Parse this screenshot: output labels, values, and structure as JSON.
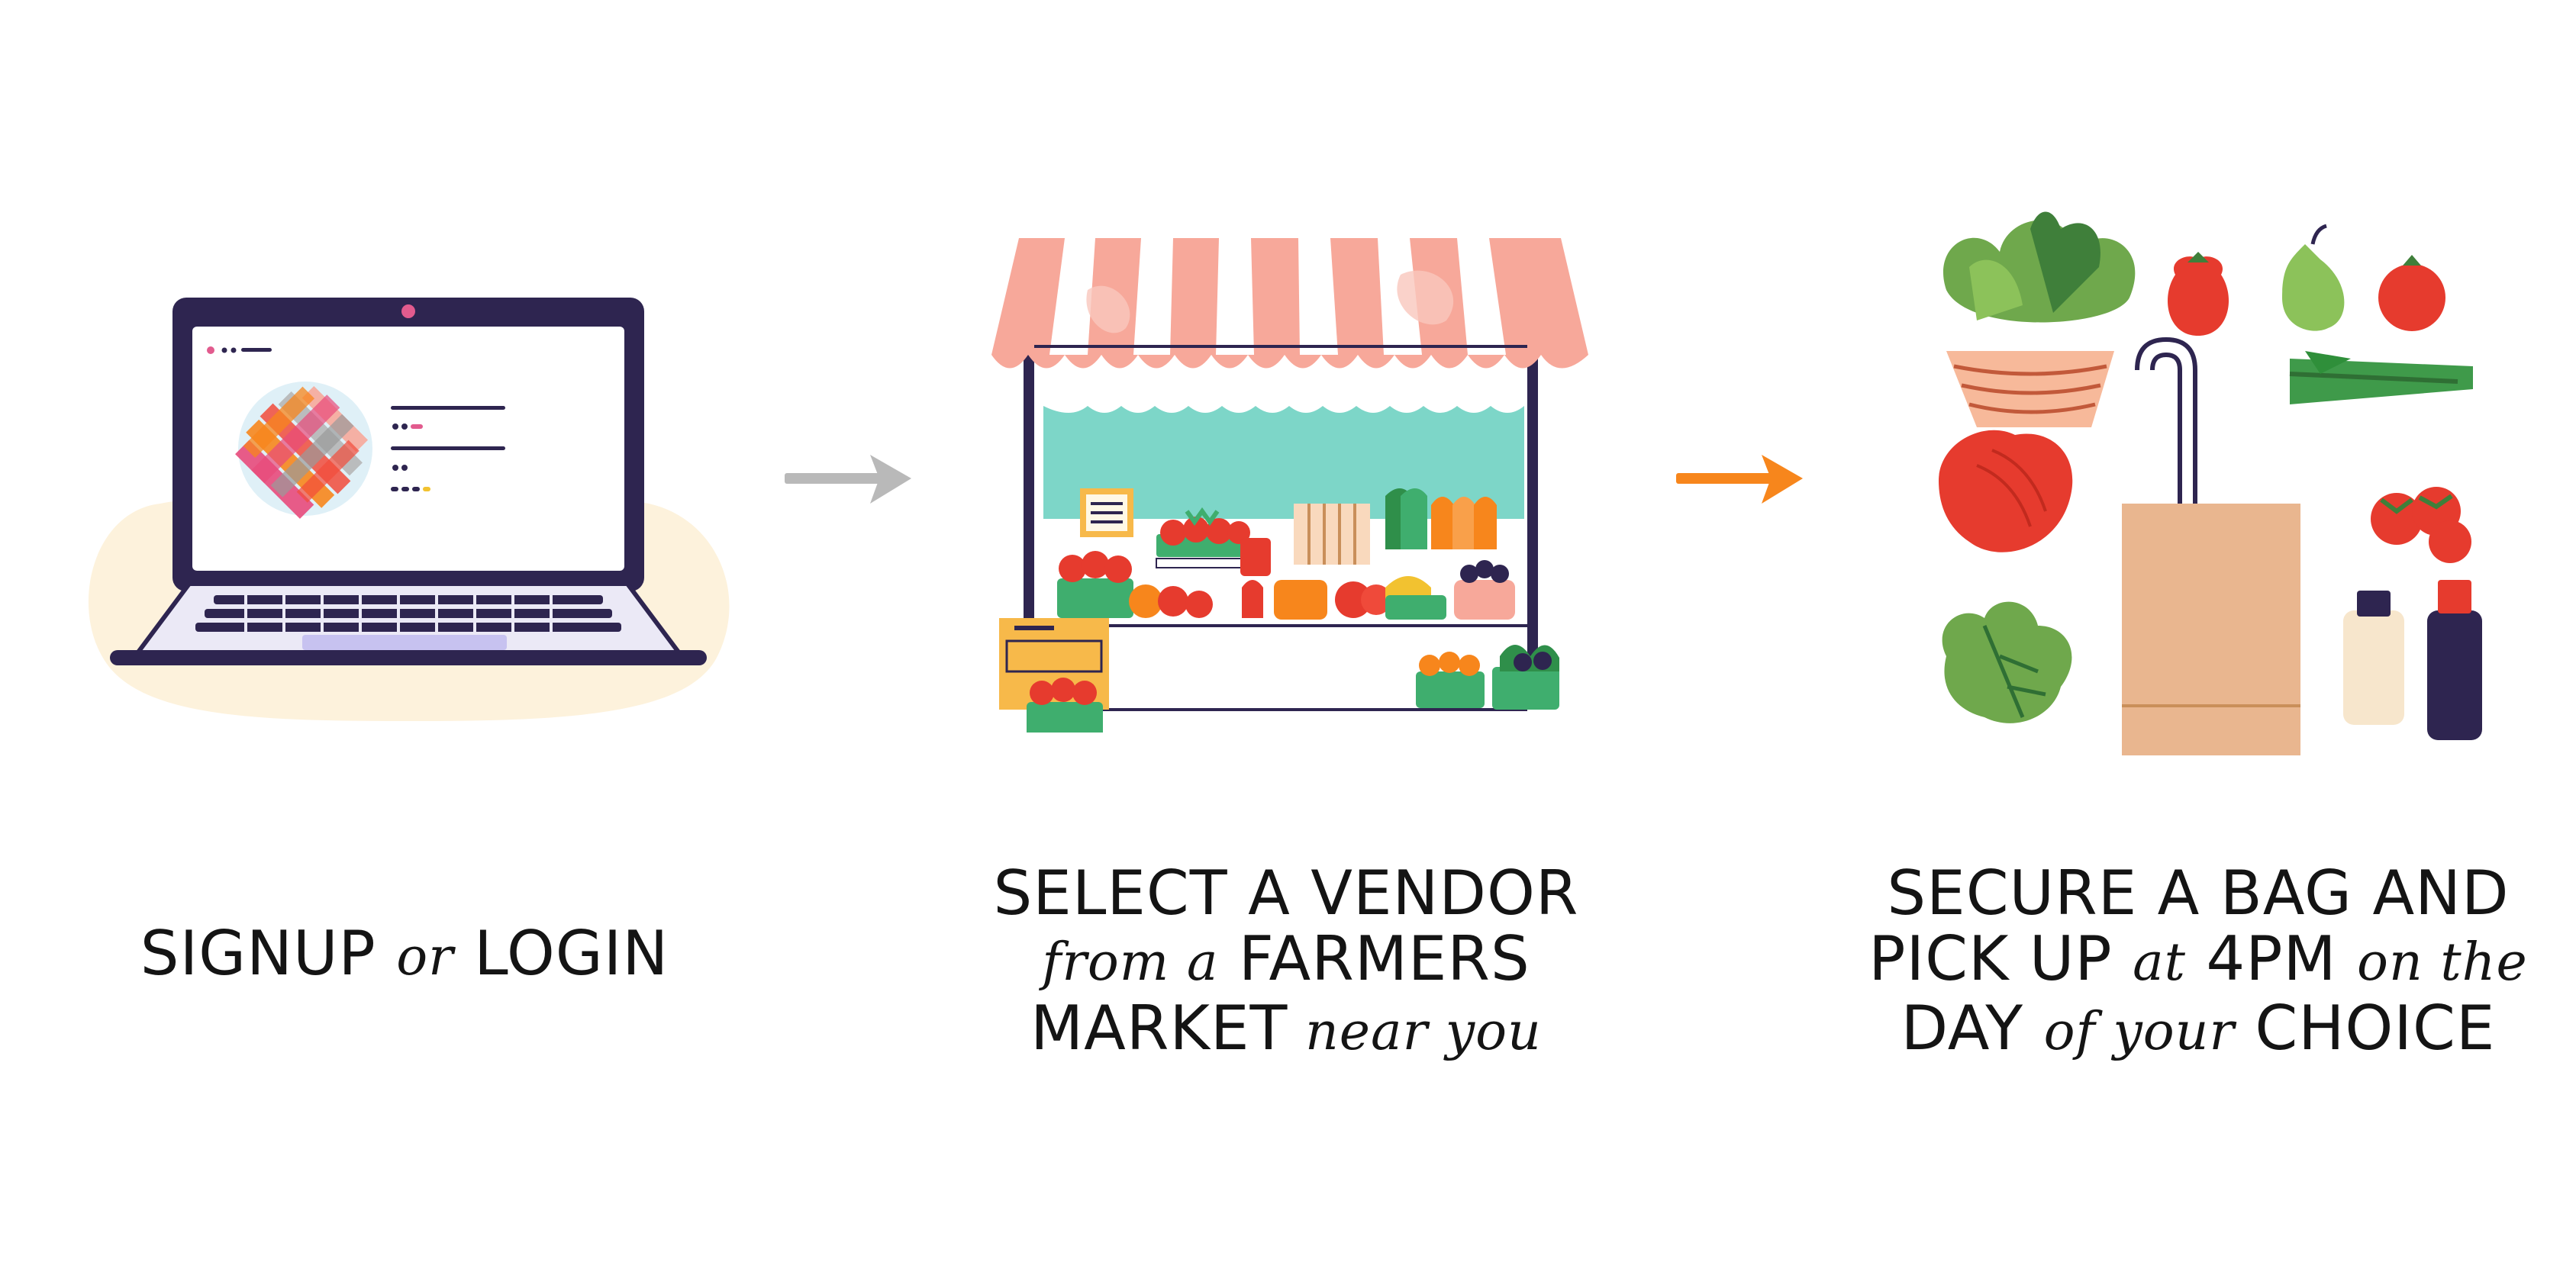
{
  "steps": [
    {
      "id": "signup",
      "illustration": "laptop-icon",
      "caption_lines": [
        [
          {
            "text": "SIGNUP ",
            "case": "upper"
          },
          {
            "text": "or",
            "case": "lower"
          },
          {
            "text": " LOGIN",
            "case": "upper"
          }
        ]
      ]
    },
    {
      "id": "select-vendor",
      "illustration": "market-stall-icon",
      "caption_lines": [
        [
          {
            "text": "SELECT A VENDOR",
            "case": "upper"
          }
        ],
        [
          {
            "text": "from a",
            "case": "lower"
          },
          {
            "text": " FARMERS",
            "case": "upper"
          }
        ],
        [
          {
            "text": "MARKET",
            "case": "upper"
          },
          {
            "text": " near you",
            "case": "lower"
          }
        ]
      ]
    },
    {
      "id": "pick-up",
      "illustration": "grocery-bag-icon",
      "caption_lines": [
        [
          {
            "text": "SECURE A BAG AND",
            "case": "upper"
          }
        ],
        [
          {
            "text": "PICK UP ",
            "case": "upper"
          },
          {
            "text": "at",
            "case": "lower"
          },
          {
            "text": " 4PM ",
            "case": "upper"
          },
          {
            "text": "on the",
            "case": "lower"
          }
        ],
        [
          {
            "text": "DAY ",
            "case": "upper"
          },
          {
            "text": "of your",
            "case": "lower"
          },
          {
            "text": " CHOICE",
            "case": "upper"
          }
        ]
      ]
    }
  ],
  "arrows": [
    {
      "from": "signup",
      "to": "select-vendor",
      "color": "#b9b9b9"
    },
    {
      "from": "select-vendor",
      "to": "pick-up",
      "color": "#f7861c"
    }
  ],
  "palette": {
    "laptop_frame": "#2e2550",
    "laptop_blob": "#fdf2dc",
    "awning_pink": "#f7a89a",
    "stall_teal": "#7dd6c8",
    "bag_kraft": "#e9b68f",
    "leaf_green": "#6fa84c",
    "tomato_red": "#e63b2e",
    "basket_green": "#3fae6e"
  }
}
